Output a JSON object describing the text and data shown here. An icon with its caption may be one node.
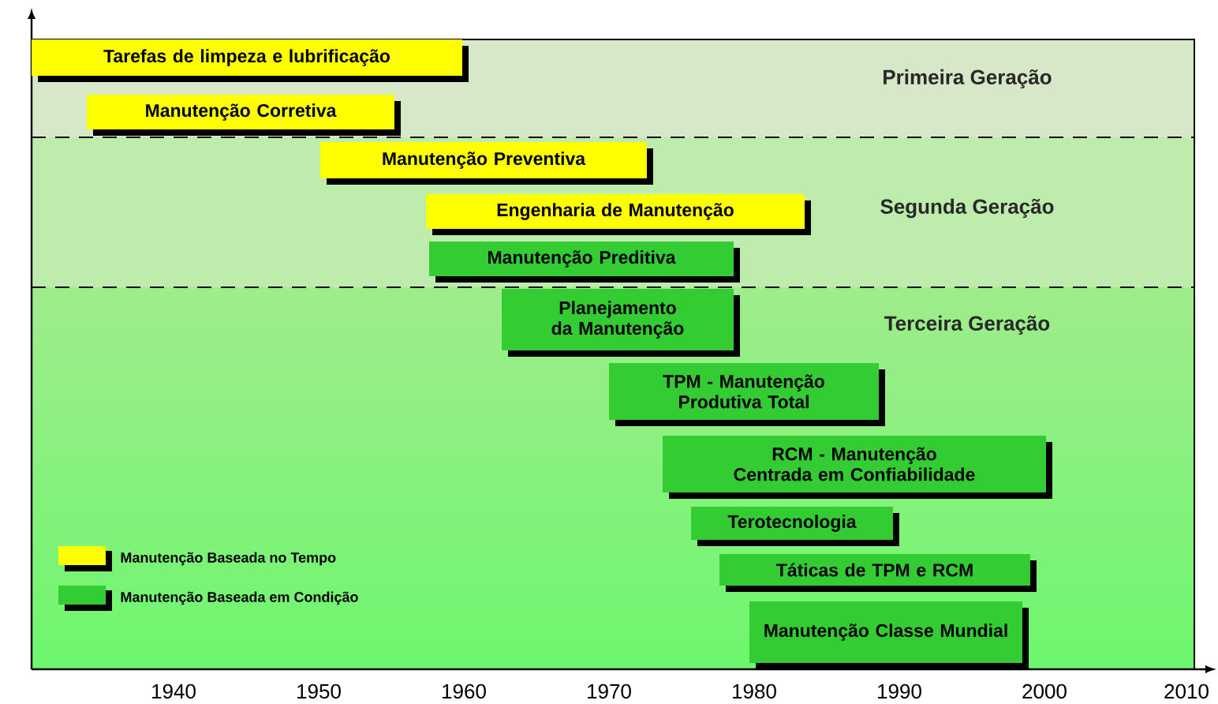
{
  "diagram": {
    "nodes": [
      {
        "text": [
          "Tarefas de limpeza e lubrificação"
        ]
      },
      {
        "text": [
          "Manutenção Corretiva"
        ]
      },
      {
        "text": [
          "Manutenção Preventiva"
        ]
      },
      {
        "text": [
          "Engenharia de Manutenção"
        ]
      },
      {
        "text": [
          "Manutenção Preditiva"
        ]
      },
      {
        "text": [
          "Planejamento da Manutenção"
        ]
      },
      {
        "text": [
          "TPM - Manutenção Produtiva Total"
        ]
      },
      {
        "text": [
          "RCM - Manutenção Centrada em Confiabilidade"
        ]
      },
      {
        "text": [
          "Terotecnologia"
        ]
      },
      {
        "text": [
          "Táticas de TPM e RCM"
        ]
      },
      {
        "text": [
          "Manutenção Classe Mundial"
        ]
      }
    ],
    "edges": [],
    "labels": [
      "Primeira Geração",
      "Segunda Geração",
      "Terceira Geração",
      "1940",
      "1950",
      "1960",
      "1970",
      "1980",
      "1990",
      "2000",
      "2010"
    ],
    "legend": [
      {
        "text": "Manutenção Baseada no Tempo",
        "color": "#ffff00"
      },
      {
        "text": "Manutenção Baseada em Condição",
        "color": "#33cc33"
      }
    ]
  }
}
